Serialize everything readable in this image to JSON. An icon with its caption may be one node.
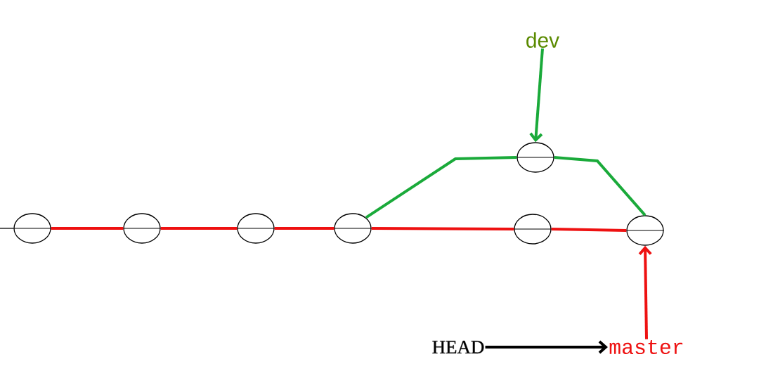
{
  "diagram": {
    "nodes": [
      {
        "text": [],
        "shape": "circle"
      },
      {
        "text": [],
        "shape": "circle"
      },
      {
        "text": [],
        "shape": "circle"
      },
      {
        "text": [],
        "shape": "circle"
      },
      {
        "text": [],
        "shape": "circle"
      },
      {
        "text": [],
        "shape": "circle"
      },
      {
        "text": [],
        "shape": "circle"
      },
      {
        "text": [
          "dev"
        ]
      },
      {
        "text": [
          "HEAD"
        ]
      },
      {
        "text": [
          "master"
        ]
      }
    ],
    "edges": [
      {
        "from": null,
        "to": 0,
        "arrow": "none",
        "color": "#000000"
      },
      {
        "from": 0,
        "to": 1,
        "arrow": "none"
      },
      {
        "from": 1,
        "to": 2,
        "arrow": "none"
      },
      {
        "from": 2,
        "to": 3,
        "arrow": "none"
      },
      {
        "from": 3,
        "to": 5,
        "arrow": "none"
      },
      {
        "from": 5,
        "to": 6,
        "arrow": "none"
      },
      {
        "from": 3,
        "to": 4,
        "arrow": "none",
        "color": "#1aaa3a"
      },
      {
        "from": 4,
        "to": 6,
        "arrow": "none",
        "color": "#1aaa3a"
      },
      {
        "from": 7,
        "to": 4,
        "arrow": "to",
        "color": "#1aaa3a"
      },
      {
        "from": 9,
        "to": 6,
        "arrow": "to"
      },
      {
        "from": 8,
        "to": 9,
        "arrow": "to",
        "color": "#000000"
      }
    ]
  }
}
